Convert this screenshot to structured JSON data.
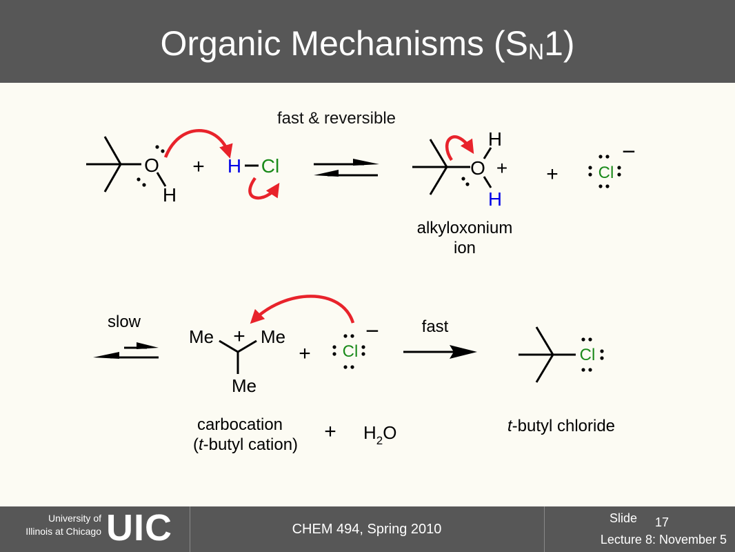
{
  "header": {
    "title_main": "Organic Mechanisms (S",
    "title_sub": "N",
    "title_end": "1)"
  },
  "colors": {
    "header_bg": "#575757",
    "content_bg": "#fcfbf3",
    "arrow_red": "#e8232b",
    "hydrogen_blue": "#0000e6",
    "chlorine_green": "#1a8a1a"
  },
  "scheme": {
    "step1_condition": "fast & reversible",
    "plus": "+",
    "oxygen": "O",
    "hydrogen": "H",
    "chlorine": "Cl",
    "minus": "−",
    "alkyloxonium_line1": "alkyloxonium",
    "alkyloxonium_line2": "ion",
    "step2_condition": "slow",
    "methyl": "Me",
    "step3_condition": "fast",
    "carbocation_line1": "carbocation",
    "carbocation_line2_prefix": "(",
    "carbocation_line2_italic": "t",
    "carbocation_line2_suffix": "-butyl cation)",
    "water_h": "H",
    "water_sub": "2",
    "water_o": "O",
    "product_italic": "t",
    "product_suffix": "-butyl chloride",
    "icons": [
      "curved-electron-arrow",
      "equilibrium-arrow",
      "reaction-arrow",
      "lone-pair-dots"
    ]
  },
  "footer": {
    "uni_line1": "University of",
    "uni_line2": "Illinois at Chicago",
    "logo": "UIC",
    "course": "CHEM 494, Spring 2010",
    "slide_label": "Slide",
    "slide_number": "17",
    "lecture": "Lecture 8:  November 5"
  }
}
